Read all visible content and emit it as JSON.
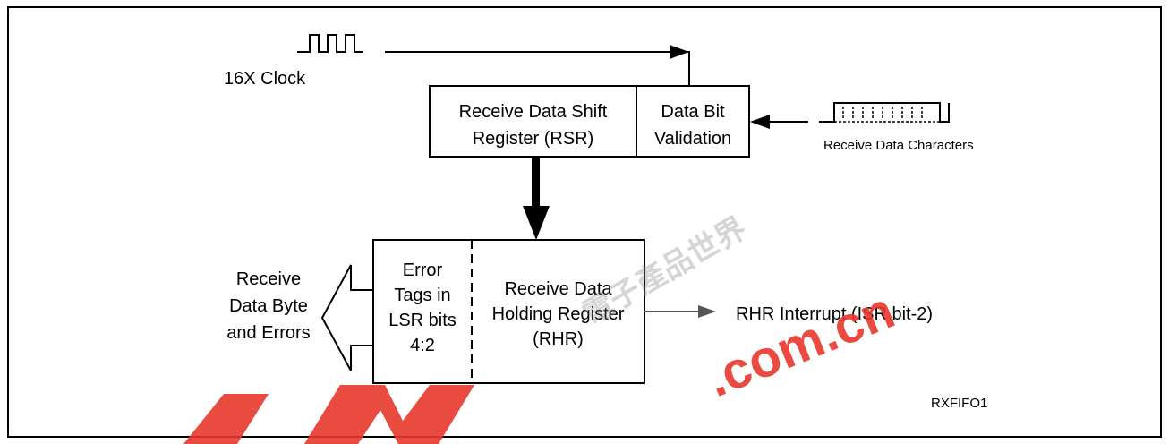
{
  "figure_id": "RXFIFO1",
  "clock": {
    "label": "16X Clock"
  },
  "rsr": {
    "line1": "Receive Data Shift",
    "line2": "Register (RSR)"
  },
  "validation": {
    "line1": "Data Bit",
    "line2": "Validation"
  },
  "input": {
    "label": "Receive Data Characters"
  },
  "error_tags": {
    "line1": "Error",
    "line2": "Tags in",
    "line3": "LSR bits",
    "line4": "4:2"
  },
  "rhr": {
    "line1": "Receive Data",
    "line2": "Holding Register",
    "line3": "(RHR)"
  },
  "output": {
    "line1": "Receive",
    "line2": "Data Byte",
    "line3": "and Errors"
  },
  "interrupt": {
    "label": "RHR Interrupt (ISR bit-2)"
  },
  "watermark": {
    "text": ".com.cn",
    "glyphs": "電子產品世界",
    "color": "#e8372b"
  }
}
